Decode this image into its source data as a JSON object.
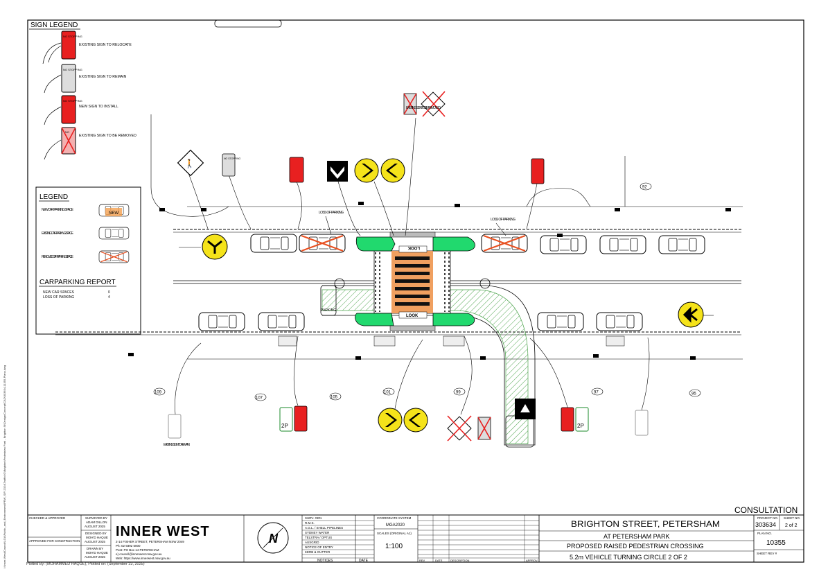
{
  "sign_legend": {
    "title": "SIGN LEGEND",
    "items": [
      {
        "sign": "NO STOPPING",
        "label": "EXISTING SIGN TO RELOCATE"
      },
      {
        "sign": "NO STOPPING",
        "label": "EXISTING SIGN TO REMAIN"
      },
      {
        "sign": "NO STOPPING",
        "label": "NEW SIGN TO INSTALL"
      },
      {
        "sign": "NO",
        "label": "EXISTING SIGN TO BE REMOVED"
      }
    ]
  },
  "legend": {
    "title": "LEGEND",
    "items": [
      "NEW CAR PARKING SPACE",
      "EXISTING CAR PARKING SPACE",
      "REMOVED CAR PARKING SPACE"
    ],
    "new_car_text": "NEW"
  },
  "carparking_report": {
    "title": "CARPARKING REPORT",
    "rows": [
      {
        "label": "NEW CAR SPACES",
        "value": "0"
      },
      {
        "label": "LOSS OF PARKING",
        "value": "4"
      }
    ]
  },
  "plan": {
    "labels": {
      "loss_of_parking_1": "LOSS OF PARKING",
      "loss_of_parking_2": "LOSS OF PARKING",
      "parking": "PARKING",
      "existing_sign_removed": "EXISTING SIGN TO BE REMOVED",
      "existing_sign_remain": "EXISTING SIGN TO REMAIN",
      "look_top": "LOOK",
      "look_bottom": "LOOK",
      "no_stopping": "NO STOPPING",
      "sign_2p": "2P"
    },
    "house_numbers": [
      "92",
      "109",
      "107",
      "105",
      "101",
      "99",
      "97",
      "95"
    ]
  },
  "title_block": {
    "consultation": "CONSULTATION",
    "checked_approved": "CHECKED & APPROVED",
    "approved_for_construction": "APPROVED FOR CONSTRUCTION",
    "surveyed_by": "SURVEYED BY",
    "surveyor": "ADAM DILLON",
    "surveyed_date": "AUGUST 2025",
    "designed_by": "DESIGNED BY",
    "designer": "MOH'D HAQUE",
    "designed_date": "AUGUST 2025",
    "drawn_by": "DRAWN BY",
    "drafter": "MOH'D HAQUE",
    "drawn_date": "AUGUST 2025",
    "council": "INNER WEST",
    "address": "2-14 FISHER STREET, PETERSHAM NSW 2049",
    "phone": "Ph:     02 9392 5000",
    "post": "Post:   PO Box 14 PETERSHAM",
    "email": "e)      council@innerwest.nsw.gov.au",
    "web": "Web:    https://www.innerwest.nsw.gov.au",
    "north": "N",
    "notices": [
      "SURV. GEN",
      "R.M.S.",
      "A.G.L. / SHELL PIPELINES",
      "SYDNEY WATER",
      "TELSTRA / OPTUS",
      "AUSGRID",
      "NOTICE OF ENTRY",
      "KERB & GUTTER"
    ],
    "notices_header": "NOTICES",
    "date_header": "DATE",
    "coordinate_system_label": "COORDINATE SYSTEM",
    "coordinate_system": "MGA2020",
    "scales_label": "SCALES (ORIGINAL A1)",
    "scale": "1:100",
    "rev_headers": [
      "REV",
      "DATE",
      "DESCRIPTION",
      "APPROV."
    ],
    "title_line1": "BRIGHTON STREET, PETERSHAM",
    "title_line2": "AT PETERSHAM PARK",
    "title_line3": "PROPOSED RAISED PEDESTRIAN CROSSING",
    "title_line4": "5.2m VEHICLE TURNING CIRCLE 2 OF 2",
    "project_no_label": "PROJECT NO.",
    "project_no": "303634",
    "sheet_no_label": "SHEET NO.",
    "sheet_no": "2 of 2",
    "plan_no_label": "PLAN NO.",
    "plan_no": "10355",
    "sheet_rev_label": "SHEET REV #"
  },
  "footer": {
    "plotted": "Plotted By: (MOHAMMED HAQUE),  Plotted on: (September 23, 2025)",
    "side_path": "I:\\Inner-West\\Council\\LGA\\Public_and_Environment\\PRW_SIP-2024\\Traffic\\IG\\Brighton\\Pedestrian Park - Brighton St\\Design\\Concept\\CAD\\303634-11355-Plans.dwg"
  }
}
